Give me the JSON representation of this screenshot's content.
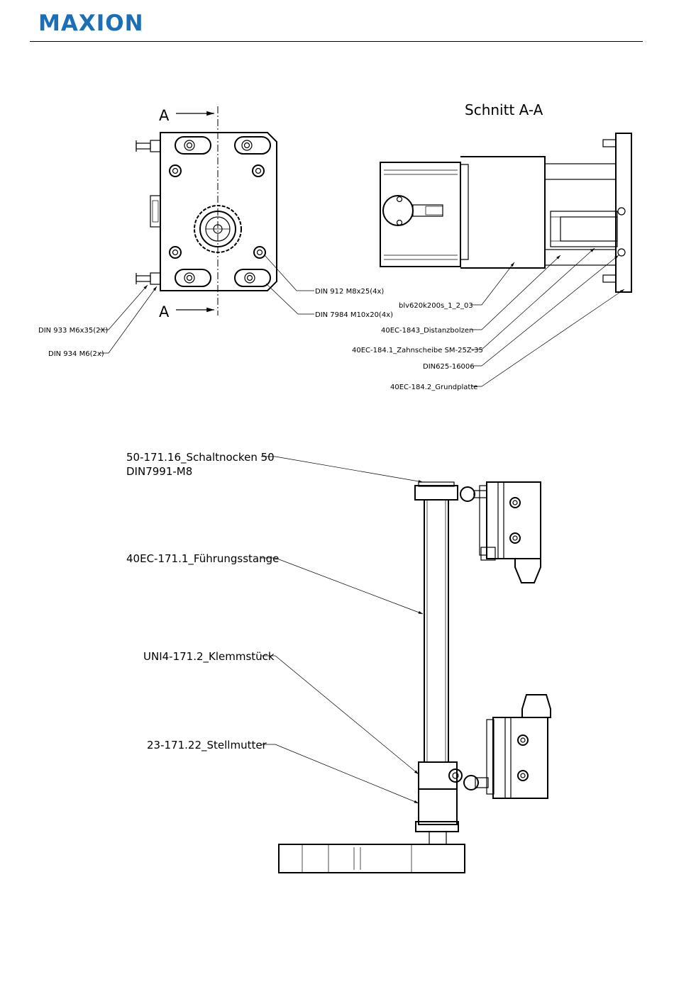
{
  "header": {
    "logo_text": "MAXION"
  },
  "top_left_view": {
    "section_marker_top": "A",
    "section_marker_bottom": "A",
    "callouts": [
      "DIN 912 M8x25(4x)",
      "DIN 7984 M10x20(4x)",
      "DIN 933 M6x35(2X)",
      "DIN 934 M6(2x)"
    ]
  },
  "section_view": {
    "title": "Schnitt A-A",
    "callouts": [
      "blv620k200s_1_2_03",
      "40EC-1843_Distanzbolzen",
      "40EC-184.1_Zahnscheibe SM-25Z-35",
      "DIN625-16006",
      "40EC-184.2_Grundplatte"
    ]
  },
  "bottom_view": {
    "callouts": [
      "50-171.16_Schaltnocken 50",
      "DIN7991-M8",
      "40EC-171.1_Führungsstange",
      "UNI4-171.2_Klemmstück",
      "23-171.22_Stellmutter"
    ]
  }
}
